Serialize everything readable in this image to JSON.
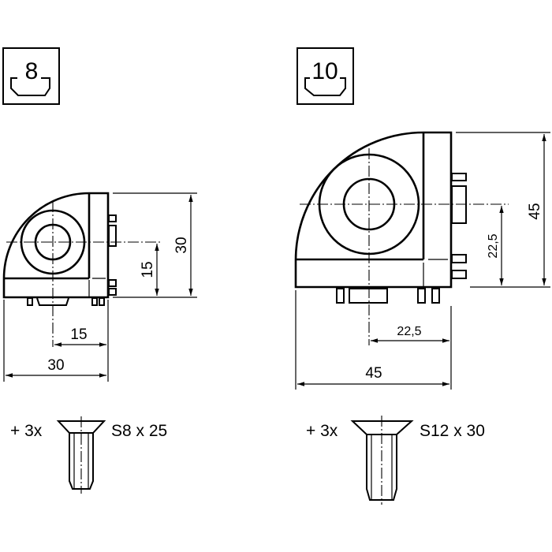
{
  "left_part": {
    "profile_icon_label": "8",
    "dimensions": {
      "height": "30",
      "center_height": "15",
      "center_width": "15",
      "width": "30"
    },
    "screw": {
      "quantity": "+ 3x",
      "spec": "S8 x 25"
    }
  },
  "right_part": {
    "profile_icon_label": "10",
    "dimensions": {
      "height": "45",
      "center_height": "22,5",
      "center_width": "22,5",
      "width": "45"
    },
    "screw": {
      "quantity": "+ 3x",
      "spec": "S12 x 30"
    }
  }
}
